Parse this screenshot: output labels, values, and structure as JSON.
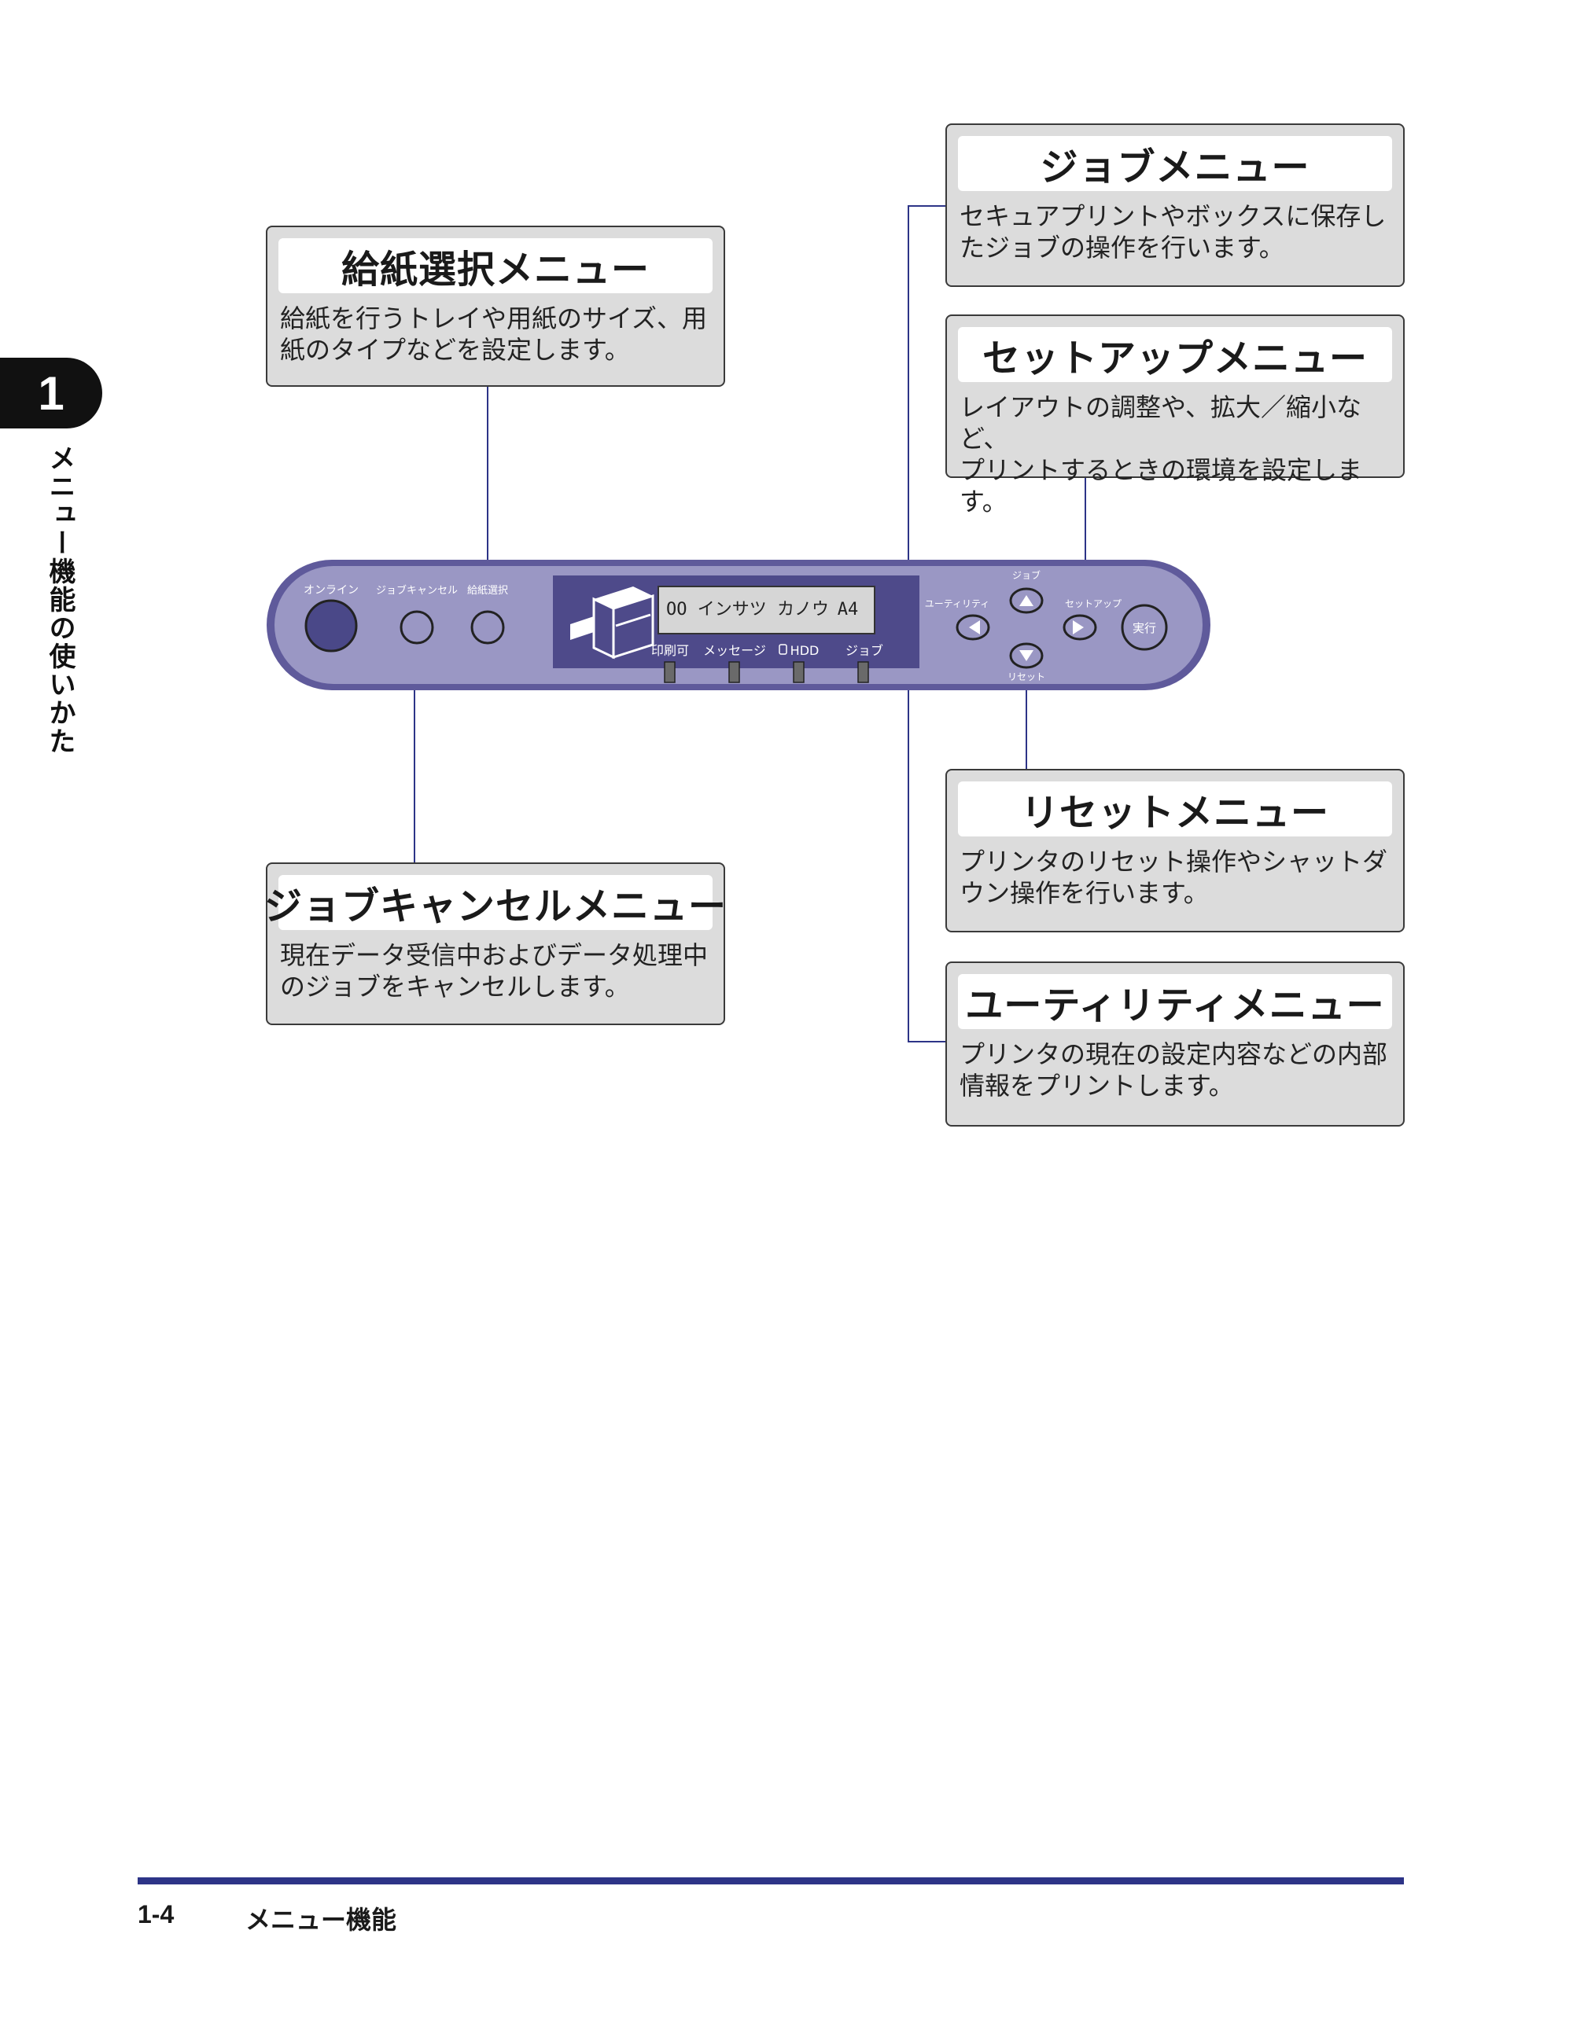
{
  "chapter": {
    "number": "1",
    "title": "メニュー機能の使いかた"
  },
  "callouts": {
    "paper": {
      "title": "給紙選択メニュー",
      "desc": "給紙を行うトレイや用紙のサイズ、用\n紙のタイプなどを設定します。"
    },
    "cancel": {
      "title": "ジョブキャンセルメニュー",
      "desc": "現在データ受信中およびデータ処理中\nのジョブをキャンセルします。"
    },
    "job": {
      "title": "ジョブメニュー",
      "desc": "セキュアプリントやボックスに保存し\nたジョブの操作を行います。"
    },
    "setup": {
      "title": "セットアップメニュー",
      "desc": "レイアウトの調整や、拡大／縮小など、\nプリントするときの環境を設定します。"
    },
    "reset": {
      "title": "リセットメニュー",
      "desc": "プリンタのリセット操作やシャットダ\nウン操作を行います。"
    },
    "utility": {
      "title": "ユーティリティメニュー",
      "desc": "プリンタの現在の設定内容などの内部\n情報をプリントします。"
    }
  },
  "panel": {
    "online_label": "オンライン",
    "cancel_label": "ジョブキャンセル",
    "paper_label": "給紙選択",
    "display_text": "OO インサツ カノウ",
    "display_size": "A4",
    "indicators": {
      "ready": "印刷可",
      "message": "メッセージ",
      "hdd": "HDD",
      "job": "ジョブ"
    },
    "job_key": "ジョブ",
    "utility_key": "ユーティリティ",
    "setup_key": "セットアップ",
    "reset_key": "リセット",
    "execute_key": "実行"
  },
  "colors": {
    "panel_body": "#9a97c4",
    "panel_rim": "#5f5a9b",
    "button_dark": "#4a4888",
    "footer_rule": "#2d3487",
    "callout_bg": "#dcdcdc"
  },
  "footer": {
    "page": "1-4",
    "section": "メニュー機能"
  }
}
